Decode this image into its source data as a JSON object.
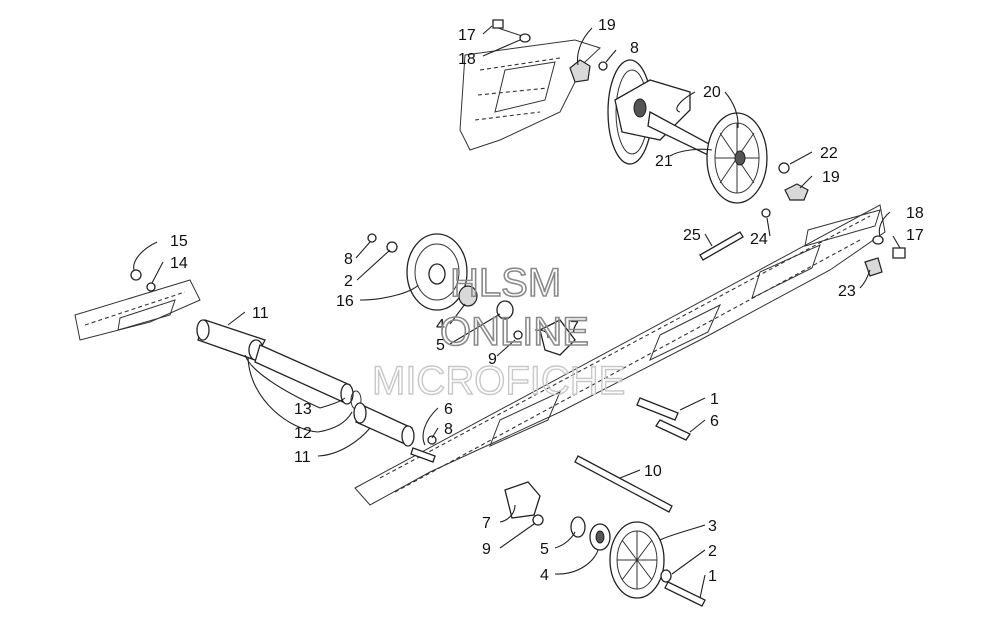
{
  "watermark": {
    "line1": "HLSM",
    "line2": "ONLINE",
    "line3": "MICROFICHE"
  },
  "callouts": [
    {
      "id": "c17-top",
      "text": "17"
    },
    {
      "id": "c18-top",
      "text": "18"
    },
    {
      "id": "c19-top",
      "text": "19"
    },
    {
      "id": "c8-top",
      "text": "8"
    },
    {
      "id": "c20",
      "text": "20"
    },
    {
      "id": "c21",
      "text": "21"
    },
    {
      "id": "c22",
      "text": "22"
    },
    {
      "id": "c19-mid",
      "text": "19"
    },
    {
      "id": "c18-right",
      "text": "18"
    },
    {
      "id": "c17-right",
      "text": "17"
    },
    {
      "id": "c25",
      "text": "25"
    },
    {
      "id": "c24",
      "text": "24"
    },
    {
      "id": "c23",
      "text": "23"
    },
    {
      "id": "c15",
      "text": "15"
    },
    {
      "id": "c14",
      "text": "14"
    },
    {
      "id": "c8-left",
      "text": "8"
    },
    {
      "id": "c2-left",
      "text": "2"
    },
    {
      "id": "c16",
      "text": "16"
    },
    {
      "id": "c4-mid",
      "text": "4"
    },
    {
      "id": "c5-mid",
      "text": "5"
    },
    {
      "id": "c7-mid",
      "text": "7"
    },
    {
      "id": "c9-mid",
      "text": "9"
    },
    {
      "id": "c11-top",
      "text": "11"
    },
    {
      "id": "c13",
      "text": "13"
    },
    {
      "id": "c12",
      "text": "12"
    },
    {
      "id": "c11-bottom",
      "text": "11"
    },
    {
      "id": "c6-mid",
      "text": "6"
    },
    {
      "id": "c8-mid",
      "text": "8"
    },
    {
      "id": "c1-right",
      "text": "1"
    },
    {
      "id": "c6-right",
      "text": "6"
    },
    {
      "id": "c10",
      "text": "10"
    },
    {
      "id": "c7-bottom",
      "text": "7"
    },
    {
      "id": "c9-bottom",
      "text": "9"
    },
    {
      "id": "c3",
      "text": "3"
    },
    {
      "id": "c5-bottom",
      "text": "5"
    },
    {
      "id": "c2-bottom",
      "text": "2"
    },
    {
      "id": "c4-bottom",
      "text": "4"
    },
    {
      "id": "c1-bottom",
      "text": "1"
    }
  ]
}
